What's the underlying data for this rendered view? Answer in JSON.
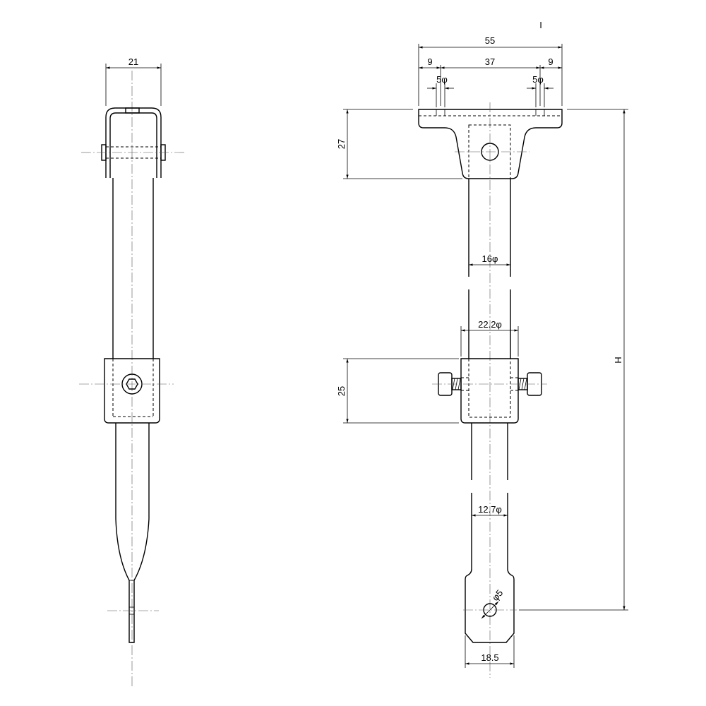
{
  "side_view": {
    "dim_width": "21"
  },
  "front_view": {
    "dim_overall_width": "55",
    "dim_left_offset": "9",
    "dim_center": "37",
    "dim_right_offset": "9",
    "dim_hole_left": "5φ",
    "dim_hole_right": "5φ",
    "dim_bracket_height": "27",
    "dim_upper_tube": "16φ",
    "dim_clamp_diameter": "22.2φ",
    "dim_clamp_height": "25",
    "dim_total_height": "H",
    "dim_lower_tube": "12.7φ",
    "dim_end_hole": "φ5",
    "dim_end_width": "18.5",
    "top_mark": "I"
  },
  "colors": {
    "line": "#000000",
    "centerline": "#555555",
    "background": "#ffffff"
  }
}
